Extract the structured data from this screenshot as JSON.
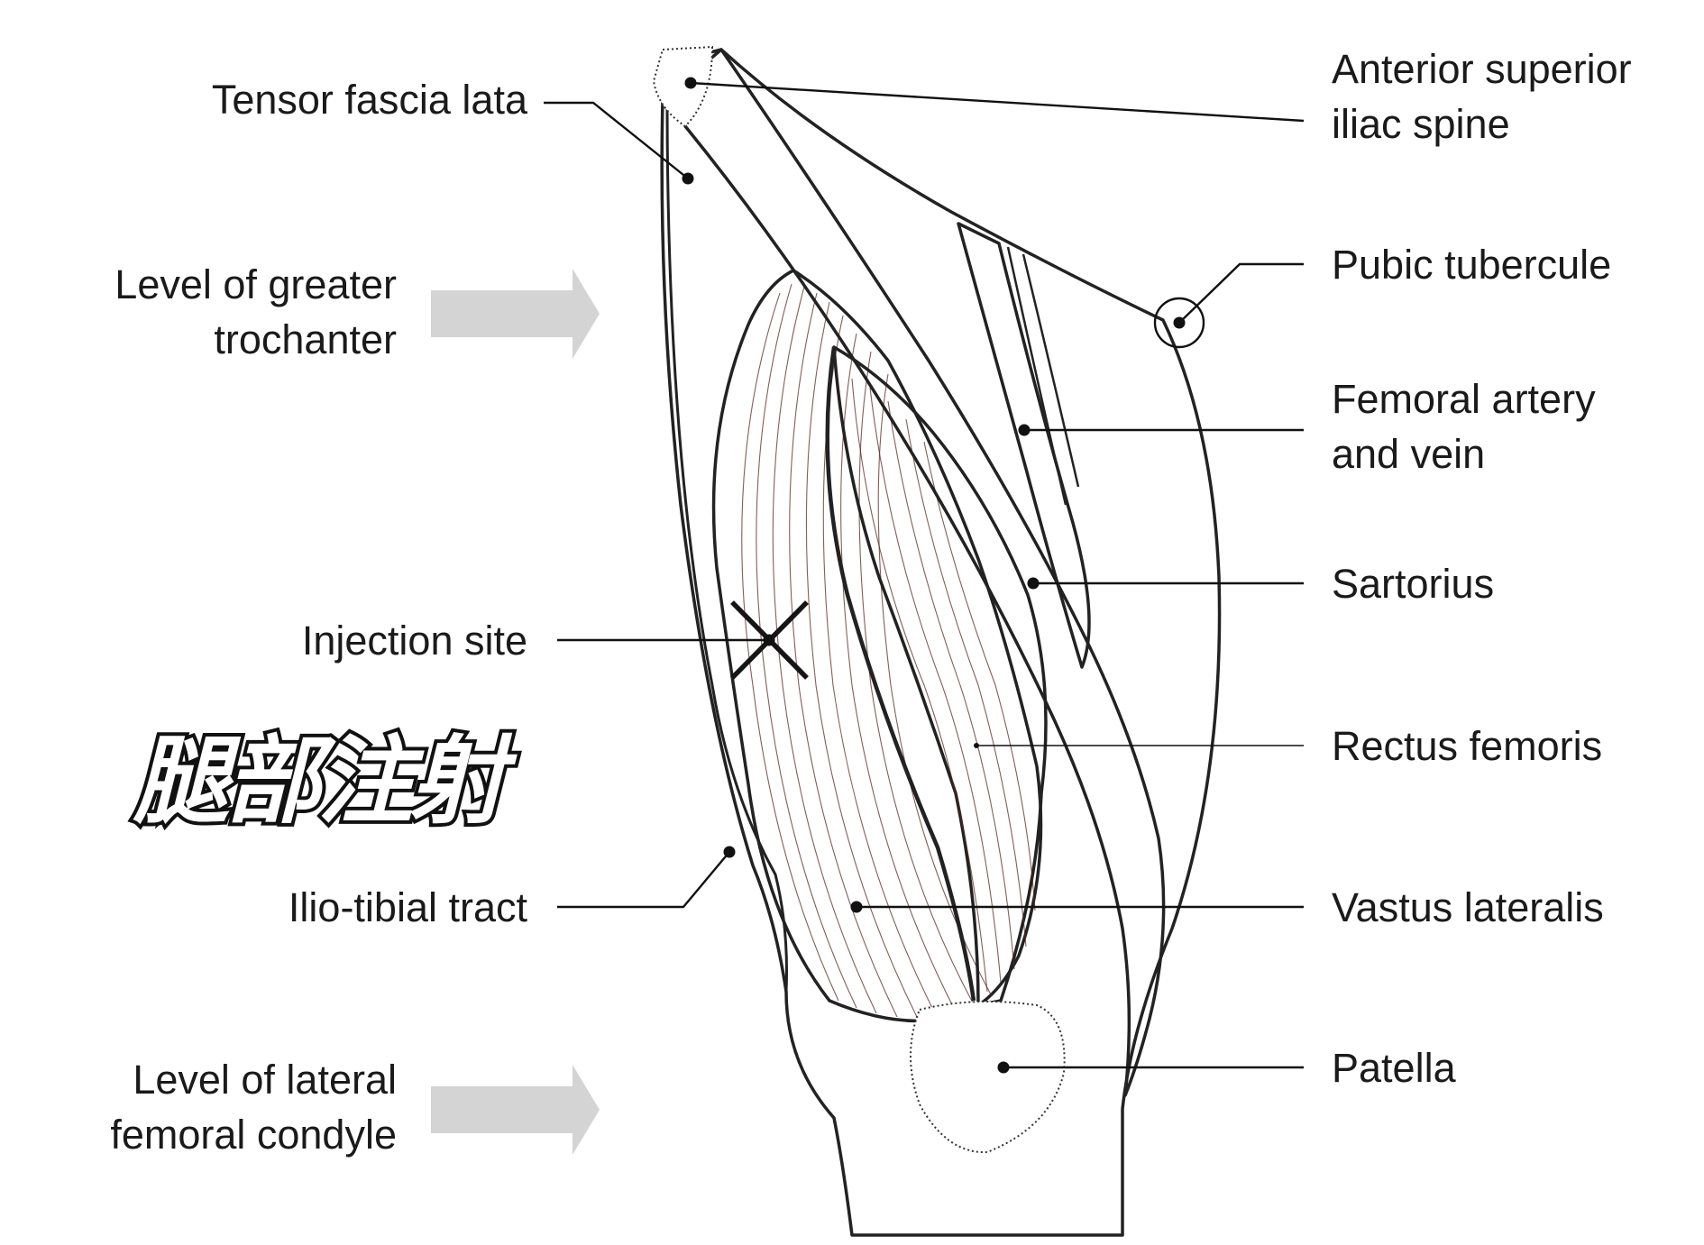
{
  "labels": {
    "tensor_fascia_lata": "Tensor fascia lata",
    "greater_trochanter_1": "Level of greater",
    "greater_trochanter_2": "trochanter",
    "injection_site": "Injection site",
    "ilio_tibial_tract": "Ilio-tibial tract",
    "lateral_condyle_1": "Level of lateral",
    "lateral_condyle_2": "femoral condyle",
    "asis_1": "Anterior superior",
    "asis_2": "iliac spine",
    "pubic_tubercule": "Pubic tubercule",
    "femoral_vessels_1": "Femoral artery",
    "femoral_vessels_2": "and vein",
    "sartorius": "Sartorius",
    "rectus_femoris": "Rectus femoris",
    "vastus_lateralis": "Vastus lateralis",
    "patella": "Patella"
  },
  "watermark": "腿部注射",
  "colors": {
    "skin_light": "#f6e1cc",
    "skin": "#eecaa8",
    "muscle": "#d9978a",
    "muscle_dark": "#c97a6a",
    "vessel": "#d68f82",
    "arrow": "#d3d3d3",
    "bone": "#ffffff",
    "line": "#111111"
  }
}
